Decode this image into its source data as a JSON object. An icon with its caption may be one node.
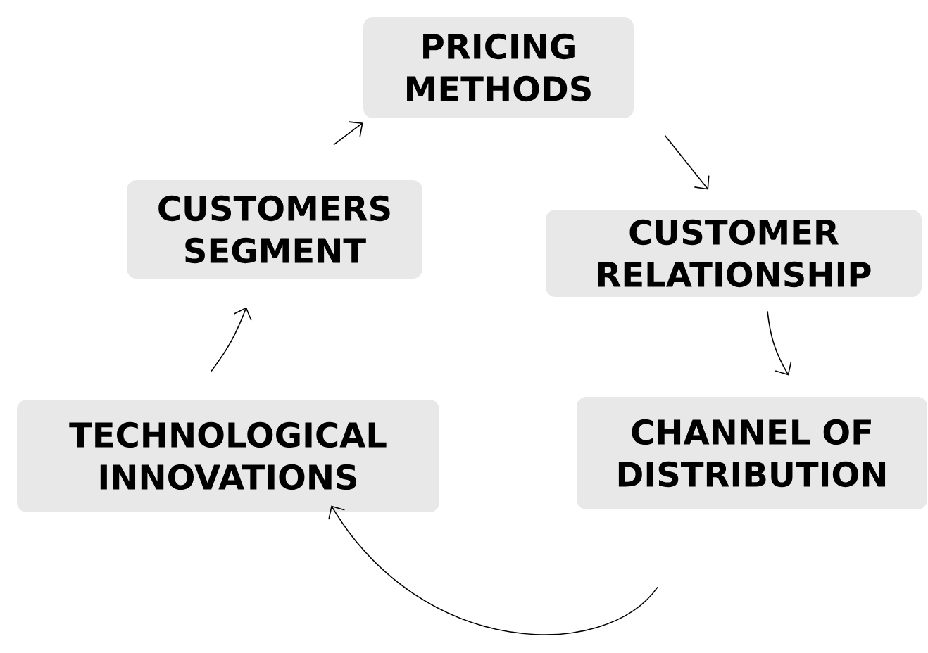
{
  "diagram": {
    "nodes": [
      {
        "text": [
          "PRICING METHODS"
        ]
      },
      {
        "text": [
          "CUSTOMER RELATIONSHIP"
        ]
      },
      {
        "text": [
          "CHANNEL OF DISTRIBUTION"
        ]
      },
      {
        "text": [
          "TECHNOLOGICAL INNOVATIONS"
        ]
      },
      {
        "text": [
          "CUSTOMERS SEGMENT"
        ]
      }
    ],
    "edges": [
      {
        "from": 4,
        "to": 0,
        "arrow": "to"
      },
      {
        "from": 0,
        "to": 1,
        "arrow": "to"
      },
      {
        "from": 1,
        "to": 2,
        "arrow": "to"
      },
      {
        "from": 2,
        "to": 3,
        "arrow": "to"
      },
      {
        "from": 3,
        "to": 4,
        "arrow": "to"
      }
    ]
  }
}
